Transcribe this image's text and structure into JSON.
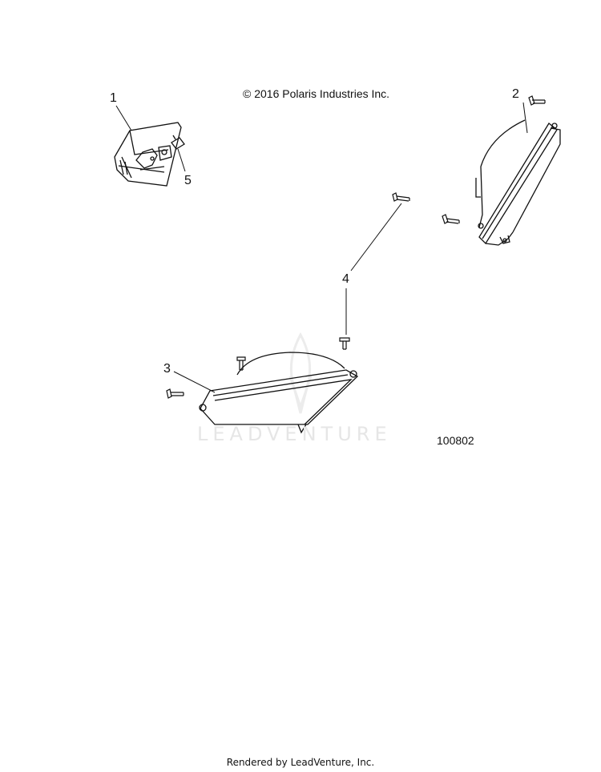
{
  "copyright": "© 2016 Polaris Industries Inc.",
  "diagram_number": "100802",
  "footer": "Rendered by LeadVenture, Inc.",
  "watermark": "LEADVENTURE",
  "callouts": {
    "c1": "1",
    "c2": "2",
    "c3": "3",
    "c4": "4",
    "c5": "5"
  }
}
